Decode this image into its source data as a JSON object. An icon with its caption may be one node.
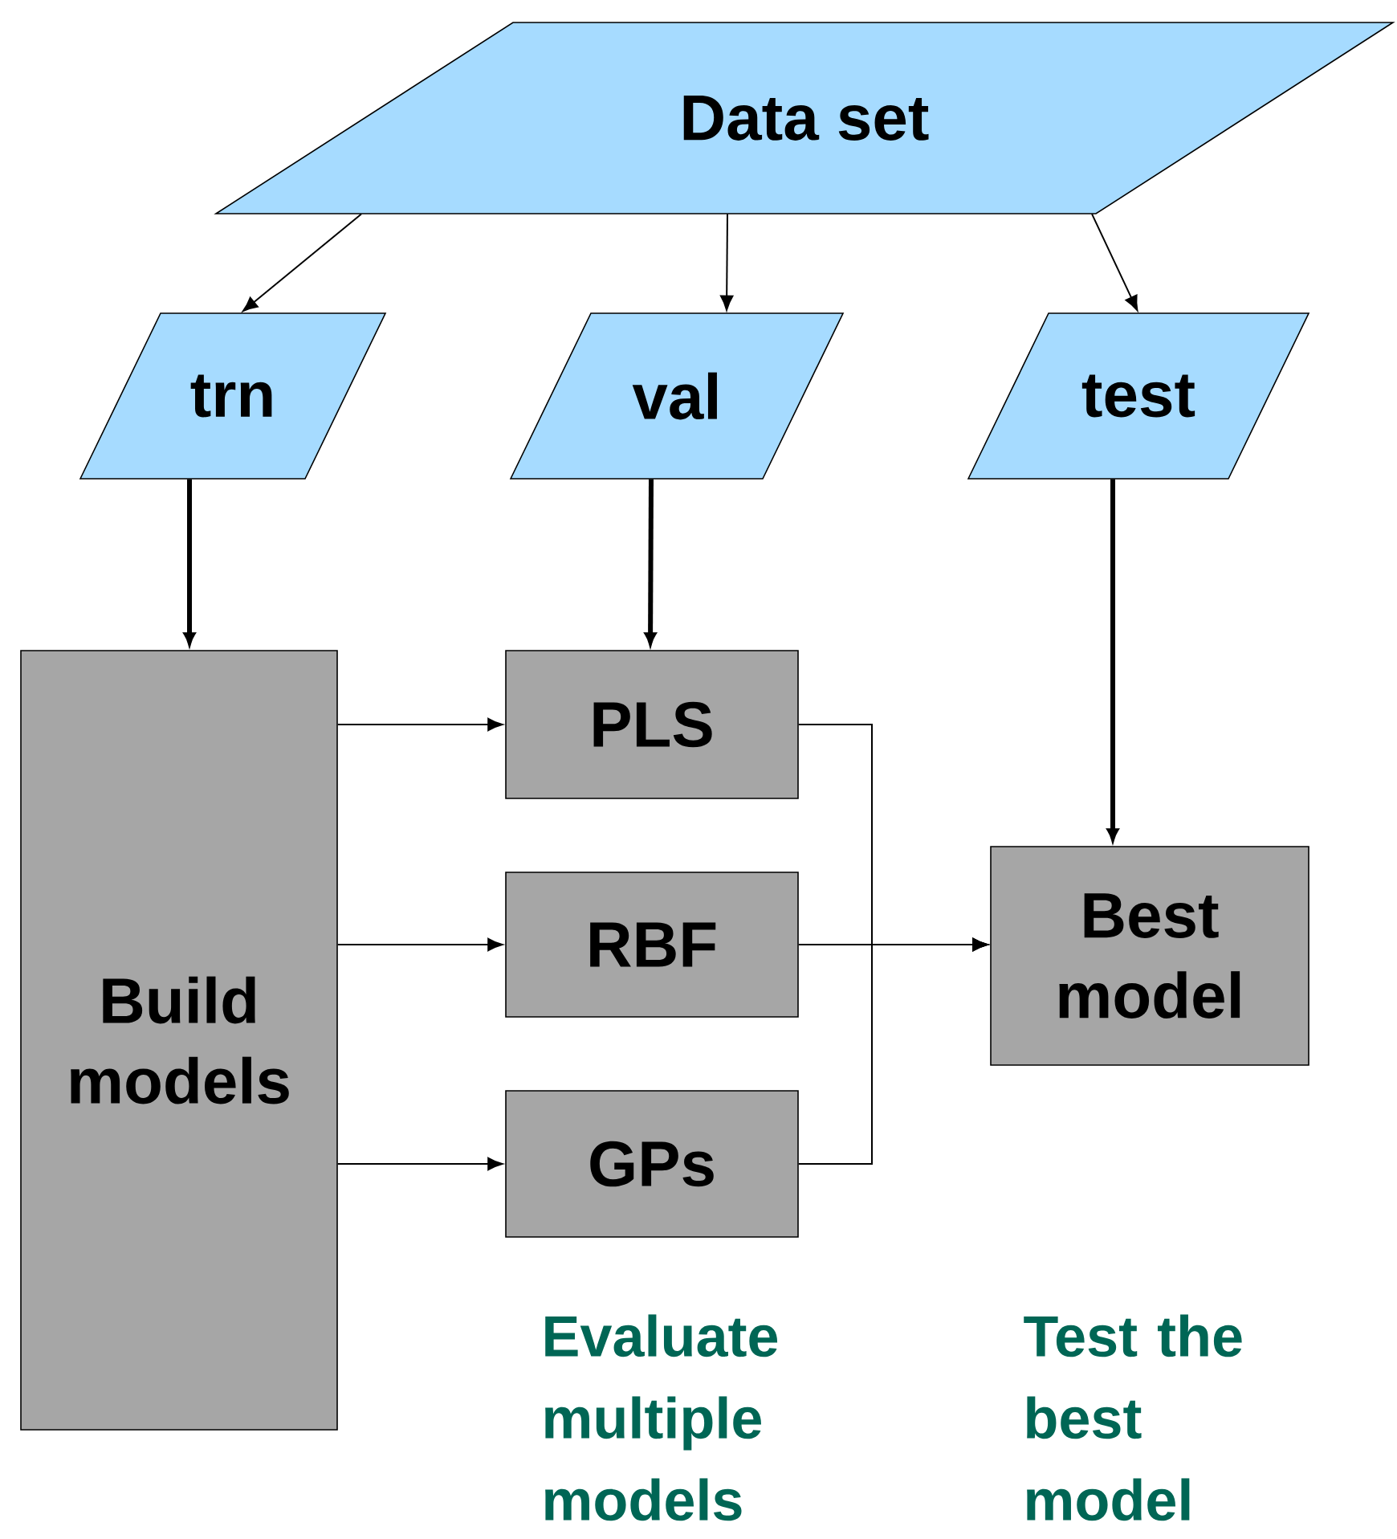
{
  "diagram": {
    "nodes": [
      {
        "text": [
          "Data set"
        ]
      },
      {
        "text": [
          "trn"
        ]
      },
      {
        "text": [
          "val"
        ]
      },
      {
        "text": [
          "test"
        ]
      },
      {
        "text": [
          "Build models"
        ]
      },
      {
        "text": [
          "PLS"
        ]
      },
      {
        "text": [
          "RBF"
        ]
      },
      {
        "text": [
          "GPs"
        ]
      },
      {
        "text": [
          "Best model"
        ]
      }
    ],
    "edges": [
      {
        "from": 0,
        "to": 1,
        "arrow": "to"
      },
      {
        "from": 0,
        "to": 2,
        "arrow": "to"
      },
      {
        "from": 0,
        "to": 3,
        "arrow": "to"
      },
      {
        "from": 1,
        "to": 4,
        "arrow": "to",
        "style": "thick"
      },
      {
        "from": 2,
        "to": 5,
        "arrow": "to",
        "style": "thick"
      },
      {
        "from": 3,
        "to": 8,
        "arrow": "to",
        "style": "thick"
      },
      {
        "from": 4,
        "to": 5,
        "arrow": "to"
      },
      {
        "from": 4,
        "to": 6,
        "arrow": "to"
      },
      {
        "from": 4,
        "to": 7,
        "arrow": "to"
      },
      {
        "from": 5,
        "to": 8,
        "arrow": "to"
      },
      {
        "from": 6,
        "to": 8,
        "arrow": "to"
      },
      {
        "from": 7,
        "to": 8,
        "arrow": "to"
      }
    ],
    "labels": [
      "Evaluate multiple models",
      "Test the best model"
    ]
  }
}
